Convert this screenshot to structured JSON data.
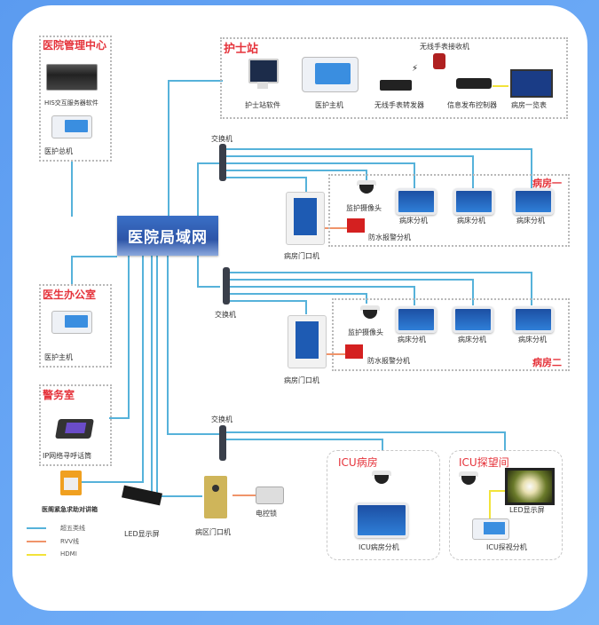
{
  "diagram": {
    "central_node": "医院局域网",
    "sections": {
      "management_center": {
        "title": "医院管理中心",
        "items": [
          "HIS交互服务器软件",
          "医护总机"
        ]
      },
      "nurse_station": {
        "title": "护士站",
        "items": [
          "护士站软件",
          "医护主机",
          "无线手表转发器",
          "无线手表接收机",
          "信息发布控制器",
          "病房一览表"
        ]
      },
      "doctor_office": {
        "title": "医生办公室",
        "items": [
          "医护主机"
        ]
      },
      "security_room": {
        "title": "警务室",
        "items": [
          "IP网络寻呼话筒"
        ]
      },
      "ward_one": {
        "title": "病房一",
        "switch_label": "交换机",
        "door_unit": "病房门口机",
        "camera": "监护摄像头",
        "alarm": "防水报警分机",
        "bed_units": [
          "病床分机",
          "病床分机",
          "病床分机"
        ]
      },
      "ward_two": {
        "title": "病房二",
        "switch_label": "交换机",
        "door_unit": "病房门口机",
        "camera": "监护摄像头",
        "alarm": "防水报警分机",
        "bed_units": [
          "病床分机",
          "病床分机",
          "病床分机"
        ]
      },
      "icu_section": {
        "switch_label": "交换机",
        "icu_ward": {
          "title": "ICU病房",
          "item": "ICU病房分机"
        },
        "icu_visit": {
          "title": "ICU探望间",
          "display": "LED显示屏",
          "item": "ICU探视分机"
        }
      },
      "bottom_devices": {
        "emergency": "医阁紧急求助对讲箱",
        "led_display": "LED显示屏",
        "ward_gate": "病区门口机",
        "lock": "电控锁"
      }
    },
    "legend": [
      {
        "label": "超五类线",
        "color": "#56b2da"
      },
      {
        "label": "RVV线",
        "color": "#f0946a"
      },
      {
        "label": "HDMI",
        "color": "#f2e33a"
      }
    ]
  }
}
